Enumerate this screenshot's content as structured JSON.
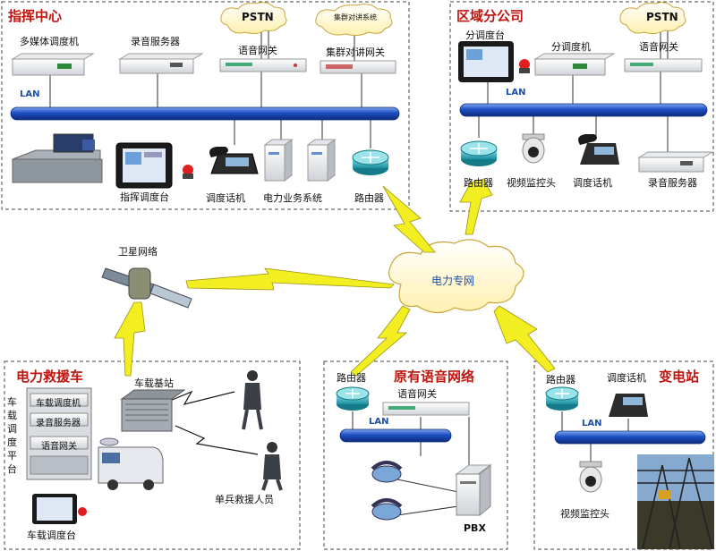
{
  "regions": {
    "command_center": {
      "title": "指挥中心",
      "labels": {
        "multimedia_dispatcher": "多媒体调度机",
        "recording_server": "录音服务器",
        "voice_gateway": "语音网关",
        "trunk_gateway": "集群对讲网关",
        "command_console": "指挥调度台",
        "dispatch_phone": "调度话机",
        "power_business": "电力业务系统",
        "router": "路由器",
        "lan": "LAN"
      },
      "clouds": {
        "pstn": "PSTN",
        "trunk_system": "集群对讲系统"
      }
    },
    "regional_branch": {
      "title": "区域分公司",
      "labels": {
        "sub_console": "分调度台",
        "sub_dispatcher": "分调度机",
        "voice_gateway": "语音网关",
        "router": "路由器",
        "video_camera": "视频监控头",
        "dispatch_phone": "调度话机",
        "recording_server": "录音服务器",
        "lan": "LAN"
      },
      "clouds": {
        "pstn": "PSTN"
      }
    },
    "center": {
      "power_network": "电力专网",
      "satellite": "卫星网络"
    },
    "rescue_vehicle": {
      "title": "电力救援车",
      "labels": {
        "vehicle_station": "车载基站",
        "vertical_platform": "车载调度平台",
        "rack_dispatcher": "车载调度机",
        "rack_recording": "录音服务器",
        "rack_gateway": "语音网关",
        "vehicle_console": "车载调度台",
        "rescue_personnel": "单兵救援人员"
      }
    },
    "legacy_voice": {
      "title": "原有语音网络",
      "labels": {
        "router": "路由器",
        "voice_gateway": "语音网关",
        "lan": "LAN",
        "pbx": "PBX"
      }
    },
    "substation": {
      "title": "变电站",
      "labels": {
        "router": "路由器",
        "dispatch_phone": "调度话机",
        "lan": "LAN",
        "video_camera": "视频监控头"
      }
    }
  },
  "colors": {
    "region_title": "#c0140f",
    "lan_bar": "#1c4fc4",
    "lightning": "#f2ee21",
    "cloud": "#fff7cc",
    "lan_text": "#1a4fa8"
  }
}
